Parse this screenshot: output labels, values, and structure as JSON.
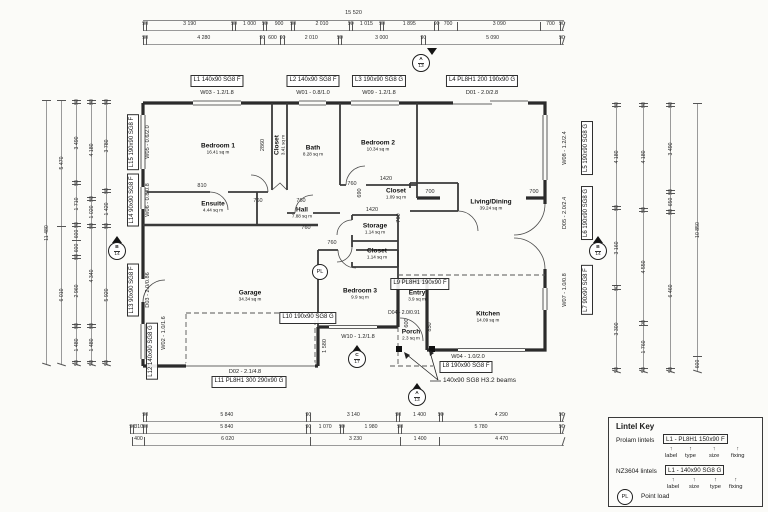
{
  "top_dims": {
    "total": "15 520",
    "row1": [
      "90",
      "3 190",
      "90",
      "1 000",
      "90",
      "900",
      "90",
      "2 010",
      "90",
      "1 015",
      "90",
      "1 895",
      "90",
      "700",
      "3 090",
      "700",
      "90"
    ],
    "row2": [
      "90",
      "4 280",
      "90",
      "600",
      "90",
      "2 010",
      "90",
      "3 000",
      "90",
      "5 090",
      "90"
    ]
  },
  "bottom_dims": {
    "row1": [
      "90",
      "5 840",
      "90",
      "3 140",
      "90",
      "1 400",
      "90",
      "4 290",
      "90"
    ],
    "row2": [
      "90",
      "310",
      "90",
      "5 840",
      "90",
      "1 070",
      "90",
      "1 980",
      "90",
      "5 780",
      "90"
    ],
    "row3": [
      "400",
      "6 020",
      "3 230",
      "1 400",
      "4 470"
    ]
  },
  "left_dims": {
    "chain_a": [
      "11 480"
    ],
    "chain_b": [
      "5 470",
      "6 010"
    ],
    "chain_c": [
      "90",
      "3 490",
      "90",
      "1 710",
      "90",
      "600",
      "600",
      "90",
      "2 960",
      "90",
      "1 480",
      "90"
    ],
    "chain_d": [
      "90",
      "4 180",
      "90",
      "1 020",
      "90",
      "4 340",
      "90",
      "1 480",
      "90"
    ],
    "chain_e": [
      "90",
      "3 780",
      "90",
      "1 420",
      "90",
      "5 920",
      "90"
    ]
  },
  "right_dims": {
    "chain_a": [
      "90",
      "4 180",
      "90",
      "3 160",
      "90",
      "3 300",
      "90"
    ],
    "chain_b": [
      "90",
      "4 180",
      "90",
      "4 550",
      "90",
      "1 760",
      "90"
    ],
    "chain_c": [
      "90",
      "3 490",
      "90",
      "650",
      "90",
      "6 460",
      "90"
    ],
    "chain_d": [
      "10 850",
      "600"
    ]
  },
  "lintels": {
    "l1": {
      "label": "L1 140x90 SG8 F",
      "ref": "W03 - 1.2/1.8"
    },
    "l2": {
      "label": "L2 140x90 SG8 F",
      "ref": "W01 - 0.8/1.0"
    },
    "l3": {
      "label": "L3 190x90 SG8 G",
      "ref": "W09 - 1.2/1.8"
    },
    "l4": {
      "label": "L4 PL8H1 200 190x90 G",
      "ref": "D01 - 2.0/2.8"
    },
    "l5": {
      "label": "L5 190x90 SG8 G",
      "ref": "W08 - 1.2/2.4"
    },
    "l6": {
      "label": "L6 190x90 SG8 G",
      "ref": "D05 - 2.0/2.4"
    },
    "l7": {
      "label": "L7 90x90 SG8 F",
      "ref": "W07 - 1.0/0.8"
    },
    "l8": {
      "label": "L8 190x90 SG8 F",
      "ref": "W04 - 1.0/2.0"
    },
    "l9": {
      "label": "L9 PL8H1 190x90 F",
      "ref": "D04 - 2.0/0.91"
    },
    "l10": {
      "label": "L10 190x90 SG8 G",
      "ref": "W10 - 1.2/1.8"
    },
    "l11": {
      "label": "L11 PL8H1 300 290x90 G",
      "ref": "D02 - 2.1/4.8"
    },
    "l12": {
      "label": "L12 140x90 SG8 G",
      "ref": "W02 - 1.0/1.6"
    },
    "l13": {
      "label": "L13 90x90 SG8 F",
      "ref": "D03 - 2.0/0.86"
    },
    "l14": {
      "label": "L14 90x90 SG8 F",
      "ref": "W06 - 0.8/0.8"
    },
    "l15": {
      "label": "L15 190x90 SG8 F",
      "ref": "W05 - 0.6/2.0"
    }
  },
  "rooms": [
    {
      "name": "Bedroom 1",
      "area": "16.41 sq m"
    },
    {
      "name": "Closet",
      "area": "3.41 sq m"
    },
    {
      "name": "Bath",
      "area": "8.28 sq m"
    },
    {
      "name": "Bedroom 2",
      "area": "10.34 sq m"
    },
    {
      "name": "Ensuite",
      "area": "4.44 sq m"
    },
    {
      "name": "Hall",
      "area": "7.88 sq m"
    },
    {
      "name": "Closet",
      "area": "1.09 sq m"
    },
    {
      "name": "Storage",
      "area": "1.14 sq m"
    },
    {
      "name": "Closet",
      "area": "1.14 sq m"
    },
    {
      "name": "Living/Dining",
      "area": "39.24 sq m"
    },
    {
      "name": "Garage",
      "area": "34.34 sq m"
    },
    {
      "name": "Bedroom 3",
      "area": "9.9 sq m"
    },
    {
      "name": "Entry",
      "area": "3.9 sq m"
    },
    {
      "name": "Kitchen",
      "area": "14.09 sq m"
    },
    {
      "name": "Porch",
      "area": "2.3 sq m"
    }
  ],
  "interior_dims": {
    "d810": "810",
    "d2860": "2860",
    "d760": "760",
    "d690": "690",
    "d1420": "1420",
    "d1580": "1 580",
    "d700": "700",
    "d600": "600",
    "d850": "850"
  },
  "markers": {
    "a13": {
      "letter": "A",
      "sheet": "13"
    },
    "b14": {
      "letter": "B",
      "sheet": "14"
    },
    "c17": {
      "letter": "C",
      "sheet": "17"
    }
  },
  "annotations": {
    "beams": "140x90 SG8 H3.2 beams",
    "pl": "PL"
  },
  "lintel_key": {
    "title": "Lintel Key",
    "prolam_label": "Prolam lintels",
    "prolam_example": "L1 - PL8H1 150x90 F",
    "prolam_parts": [
      "label",
      "type",
      "size",
      "fixing"
    ],
    "nz_label": "NZ3604 lintels",
    "nz_example": "L1 - 140x90 SG8 G",
    "nz_parts": [
      "label",
      "size",
      "type",
      "fixing"
    ],
    "pl_symbol": "PL",
    "pl_label": "Point load"
  }
}
